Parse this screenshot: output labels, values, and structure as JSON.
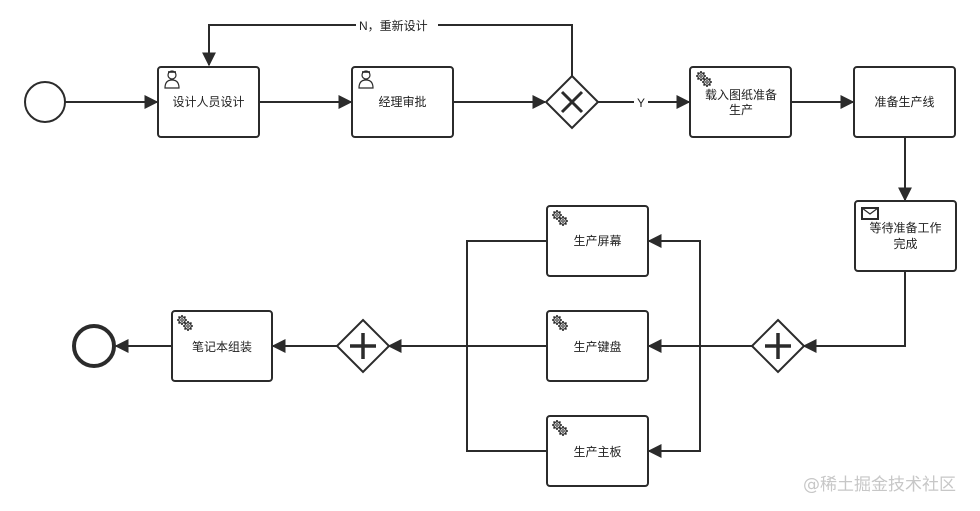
{
  "tasks": {
    "design": "设计人员设计",
    "approve": "经理审批",
    "load_line1": "载入图纸准备",
    "load_line2": "生产",
    "prepare_line": "准备生产线",
    "wait_line1": "等待准备工作",
    "wait_line2": "完成",
    "screen": "生产屏幕",
    "keyboard": "生产键盘",
    "board": "生产主板",
    "assemble": "笔记本组装"
  },
  "flows": {
    "reject": "N，重新设计",
    "accept": "Y"
  },
  "icons": {
    "user": "user-icon",
    "service": "gear-icon",
    "message": "envelope-icon"
  },
  "watermark": "@稀土掘金技术社区"
}
